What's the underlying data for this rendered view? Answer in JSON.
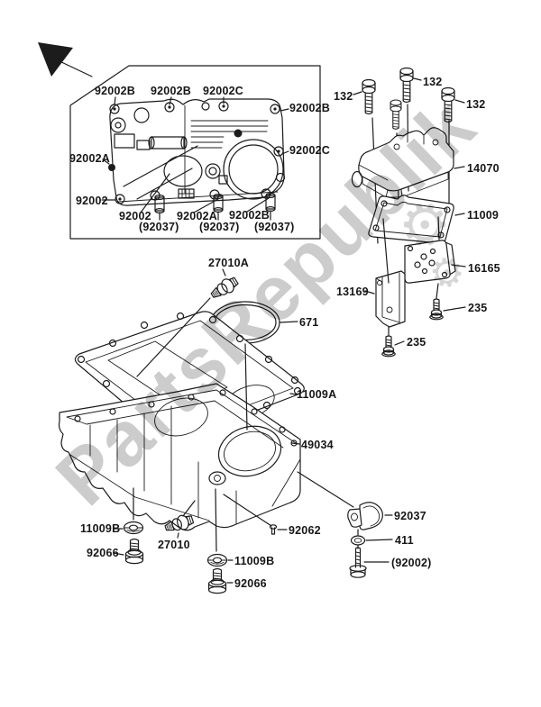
{
  "page": {
    "background": "#ffffff",
    "line_color": "#1c1c1c"
  },
  "watermark": {
    "text": "PartsRepublik",
    "gear_icon": "⚙",
    "color": "rgba(0,0,0,0.20)"
  },
  "inset": {
    "labels": [
      {
        "text": "92002B"
      },
      {
        "text": "92002B"
      },
      {
        "text": "92002C"
      },
      {
        "text": "92002B"
      },
      {
        "text": "92002C"
      },
      {
        "text": "92002A"
      },
      {
        "text": "92002"
      },
      {
        "text": "92002"
      },
      {
        "text": "(92037)"
      },
      {
        "text": "92002A"
      },
      {
        "text": "(92037)"
      },
      {
        "text": "92002B"
      },
      {
        "text": "(92037)"
      }
    ]
  },
  "parts": {
    "labels": [
      {
        "text": "132"
      },
      {
        "text": "132"
      },
      {
        "text": "132"
      },
      {
        "text": "14070"
      },
      {
        "text": "11009"
      },
      {
        "text": "16165"
      },
      {
        "text": "13169"
      },
      {
        "text": "235"
      },
      {
        "text": "235"
      },
      {
        "text": "27010A"
      },
      {
        "text": "671"
      },
      {
        "text": "11009A"
      },
      {
        "text": "49034"
      },
      {
        "text": "11009B"
      },
      {
        "text": "92066"
      },
      {
        "text": "27010"
      },
      {
        "text": "11009B"
      },
      {
        "text": "92066"
      },
      {
        "text": "92062"
      },
      {
        "text": "92037"
      },
      {
        "text": "411"
      },
      {
        "text": "(92002)"
      }
    ]
  }
}
